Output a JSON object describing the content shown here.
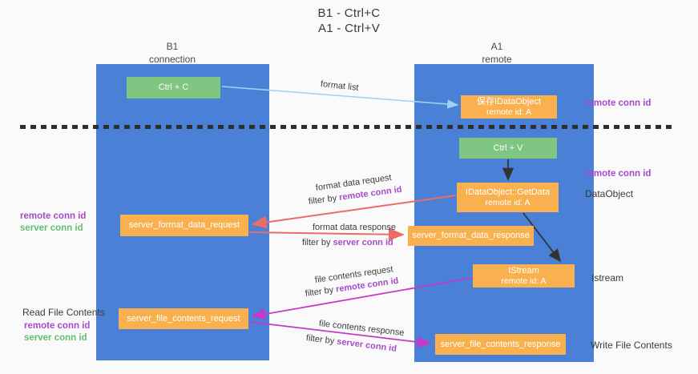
{
  "title": {
    "line1": "B1 - Ctrl+C",
    "line2": "A1 - Ctrl+V"
  },
  "lanes": {
    "left": {
      "name": "B1",
      "role": "connection"
    },
    "right": {
      "name": "A1",
      "role": "remote"
    }
  },
  "boxes": {
    "ctrl_c": {
      "label": "Ctrl + C"
    },
    "ctrl_v": {
      "label": "Ctrl + V"
    },
    "save_dataobject": {
      "line1": "保存IDataObject",
      "line2": "remote id: A"
    },
    "getdata": {
      "line1": "IDataObject::GetData",
      "line2": "remote id: A"
    },
    "istream": {
      "line1": "IStream",
      "line2": "remote id: A"
    },
    "format_request": {
      "label": "server_format_data_request"
    },
    "format_response": {
      "label": "server_format_data_response"
    },
    "file_request": {
      "label": "server_file_contents_request"
    },
    "file_response": {
      "label": "server_file_contents_response"
    }
  },
  "flow_labels": {
    "format_list": "format list",
    "format_data_request": "format data request",
    "format_data_response": "format data response",
    "file_contents_request": "file contents request",
    "file_contents_response": "file contents response",
    "filter_by": "filter by",
    "remote_conn_id": "remote conn id",
    "server_conn_id": "server conn id"
  },
  "side_labels": {
    "remote_conn_id": "remote conn id",
    "server_conn_id": "server conn id",
    "dataobject": "DataObject",
    "istream": "Istream",
    "read_file_contents": "Read File Contents",
    "write_file_contents": "Write File Contents"
  },
  "colors": {
    "lane_blue": "#4a80d6",
    "box_green": "#7fc683",
    "box_orange": "#f9b04e",
    "arrow_red": "#e96d64",
    "arrow_magenta": "#c639c6",
    "arrow_blue": "#a3d3f2",
    "arrow_black": "#333333",
    "text_purple": "#a54bc9",
    "text_green": "#62be73"
  }
}
